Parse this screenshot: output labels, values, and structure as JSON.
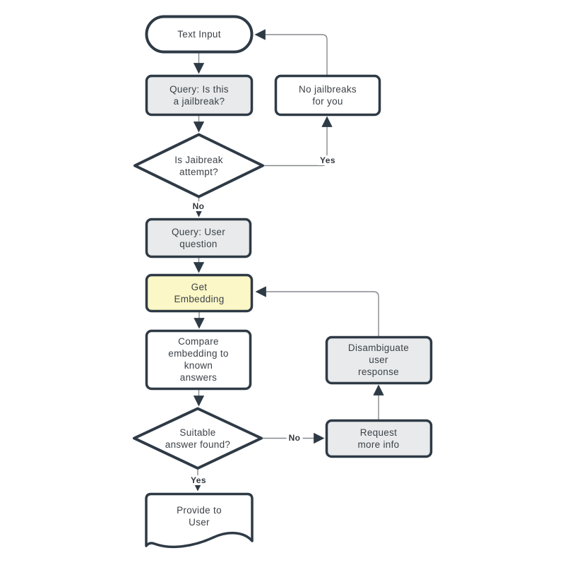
{
  "diagram": {
    "type": "flowchart",
    "colors": {
      "node_stroke": "#2e3a45",
      "gray_fill": "#e8eaeb",
      "white_fill": "#ffffff",
      "yellow_fill": "#fbf7c6",
      "edge_stroke": "#85898d",
      "arrowhead": "#2e3a45",
      "text": "#3c4248",
      "background": "#ffffff"
    },
    "nodes": {
      "text_input": {
        "label": "Text Input",
        "shape": "terminator",
        "fill": "white"
      },
      "query_jailbreak": {
        "label": "Query: Is this\na jailbreak?",
        "shape": "process",
        "fill": "gray"
      },
      "no_jailbreaks": {
        "label": "No jailbreaks\nfor you",
        "shape": "process",
        "fill": "white"
      },
      "jailbreak_decision": {
        "label": "Is Jaibreak\nattempt?",
        "shape": "decision",
        "fill": "white"
      },
      "query_user": {
        "label": "Query: User\nquestion",
        "shape": "process",
        "fill": "gray"
      },
      "get_embedding": {
        "label": "Get\nEmbedding",
        "shape": "process",
        "fill": "yellow"
      },
      "compare_embedding": {
        "label": "Compare\nembedding to\nknown\nanswers",
        "shape": "process",
        "fill": "white"
      },
      "disambiguate": {
        "label": "Disambiguate\nuser\nresponse",
        "shape": "process",
        "fill": "gray"
      },
      "suitable_decision": {
        "label": "Suitable\nanswer found?",
        "shape": "decision",
        "fill": "white"
      },
      "request_more_info": {
        "label": "Request\nmore info",
        "shape": "process",
        "fill": "gray"
      },
      "provide_to_user": {
        "label": "Provide to\nUser",
        "shape": "document",
        "fill": "white"
      }
    },
    "edges": [
      {
        "from": "text_input",
        "to": "query_jailbreak",
        "label": ""
      },
      {
        "from": "query_jailbreak",
        "to": "jailbreak_decision",
        "label": ""
      },
      {
        "from": "jailbreak_decision",
        "to": "no_jailbreaks",
        "label": "Yes"
      },
      {
        "from": "no_jailbreaks",
        "to": "text_input",
        "label": ""
      },
      {
        "from": "jailbreak_decision",
        "to": "query_user",
        "label": "No"
      },
      {
        "from": "query_user",
        "to": "get_embedding",
        "label": ""
      },
      {
        "from": "get_embedding",
        "to": "compare_embedding",
        "label": ""
      },
      {
        "from": "compare_embedding",
        "to": "suitable_decision",
        "label": ""
      },
      {
        "from": "suitable_decision",
        "to": "request_more_info",
        "label": "No"
      },
      {
        "from": "suitable_decision",
        "to": "provide_to_user",
        "label": "Yes"
      },
      {
        "from": "request_more_info",
        "to": "disambiguate",
        "label": ""
      },
      {
        "from": "disambiguate",
        "to": "get_embedding",
        "label": ""
      }
    ]
  }
}
